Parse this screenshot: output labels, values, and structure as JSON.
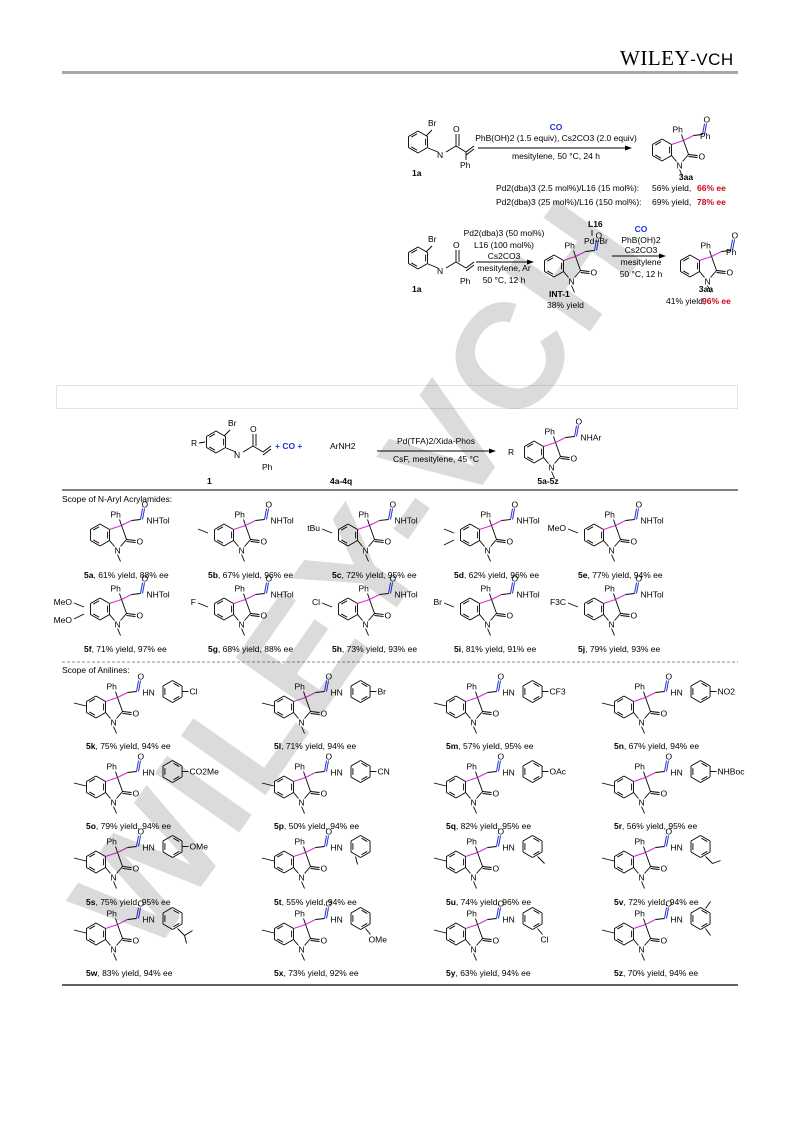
{
  "header": {
    "publisher": "WILEY",
    "publisher_suffix": "-VCH"
  },
  "watermark": {
    "text": "WILEY-VCH"
  },
  "scheme_top": {
    "sm_label": "1a",
    "prod_label": "3aa",
    "co": "CO",
    "reagents": "PhB(OH)2 (1.5 equiv), Cs2CO3 (2.0 equiv)",
    "solvent": "mesitylene, 50 °C, 24 h",
    "row1_cond": "Pd2(dba)3 (2.5 mol%)/L16 (15 mol%):",
    "row1_yield": "56% yield, ",
    "row1_ee": "66% ee",
    "row2_cond": "Pd2(dba)3 (25 mol%)/L16 (150 mol%):",
    "row2_yield": "69% yield, ",
    "row2_ee": "78% ee"
  },
  "scheme_mid": {
    "sm_label": "1a",
    "cond1": [
      "Pd2(dba)3 (50 mol%)",
      "L16 (100 mol%)",
      "Cs2CO3",
      "mesitylene, Ar",
      "50 °C, 12 h"
    ],
    "int_label": "INT-1",
    "int_yield": "38% yield",
    "ligand": "L16",
    "pd_br": "Pd−Br",
    "co": "CO",
    "cond2": [
      "PhB(OH)2",
      "Cs2CO3",
      "mesitylene",
      "50 °C, 12 h"
    ],
    "prod_label": "3aa",
    "prod_yield": "41% yield, ",
    "prod_ee": "96% ee"
  },
  "scheme_general": {
    "sm_label": "1",
    "plus_co": "+ CO +",
    "amine": "ArNH2",
    "amine_label": "4a-4q",
    "cond_top": "Pd(TFA)2/Xida-Phos",
    "cond_bottom": "CsF, mesitylene, 45 °C",
    "prod_label": "5a-5z",
    "r": "R",
    "nhar": "NHAr"
  },
  "section1": {
    "title": "Scope of N-Aryl Acrylamides:",
    "items": [
      {
        "id": "5a",
        "text": ", 61% yield, 88% ee",
        "sub": ""
      },
      {
        "id": "5b",
        "text": ", 67% yield, 96% ee",
        "sub": "Me"
      },
      {
        "id": "5c",
        "text": ", 72% yield, 95% ee",
        "sub": "tBu"
      },
      {
        "id": "5d",
        "text": ", 62% yield, 96% ee",
        "sub": "diMe"
      },
      {
        "id": "5e",
        "text": ", 77% yield, 94% ee",
        "sub": "MeO"
      },
      {
        "id": "5f",
        "text": ", 71% yield, 97% ee",
        "sub": "diMeO"
      },
      {
        "id": "5g",
        "text": ", 68% yield, 88% ee",
        "sub": "F"
      },
      {
        "id": "5h",
        "text": ", 73% yield, 93% ee",
        "sub": "Cl"
      },
      {
        "id": "5i",
        "text": ", 81% yield, 91% ee",
        "sub": "Br"
      },
      {
        "id": "5j",
        "text": ", 79% yield, 93% ee",
        "sub": "F3C"
      }
    ]
  },
  "section2": {
    "title": "Scope of Anilines:",
    "items": [
      {
        "id": "5k",
        "text": ", 75% yield, 94% ee",
        "ar": "Cl"
      },
      {
        "id": "5l",
        "text": ", 71% yield, 94% ee",
        "ar": "Br"
      },
      {
        "id": "5m",
        "text": ", 57% yield, 95% ee",
        "ar": "CF3"
      },
      {
        "id": "5n",
        "text": ", 67% yield, 94% ee",
        "ar": "NO2"
      },
      {
        "id": "5o",
        "text": ", 79% yield, 94% ee",
        "ar": "CO2Me"
      },
      {
        "id": "5p",
        "text": ", 50% yield, 94% ee",
        "ar": "CN"
      },
      {
        "id": "5q",
        "text": ", 82% yield, 95% ee",
        "ar": "OAc"
      },
      {
        "id": "5r",
        "text": ", 56% yield, 95% ee",
        "ar": "NHBoc"
      },
      {
        "id": "5s",
        "text": ", 75% yield, 95% ee",
        "ar": "OMe"
      },
      {
        "id": "5t",
        "text": ", 55% yield, 94% ee",
        "ar": "o-Me"
      },
      {
        "id": "5u",
        "text": ", 74% yield, 96% ee",
        "ar": "m-Me"
      },
      {
        "id": "5v",
        "text": ", 72% yield, 94% ee",
        "ar": "m-Et"
      },
      {
        "id": "5w",
        "text": ", 83% yield, 94% ee",
        "ar": "m-iPr"
      },
      {
        "id": "5x",
        "text": ", 73% yield, 92% ee",
        "ar": "m-OMe"
      },
      {
        "id": "5y",
        "text": ", 63% yield, 94% ee",
        "ar": "m-Cl"
      },
      {
        "id": "5z",
        "text": ", 70% yield, 94% ee",
        "ar": "3,5-diMe"
      }
    ]
  },
  "labels": {
    "ph": "Ph",
    "n": "N",
    "o": "O",
    "br": "Br",
    "nhtol": "NHTol",
    "hn": "HN"
  }
}
